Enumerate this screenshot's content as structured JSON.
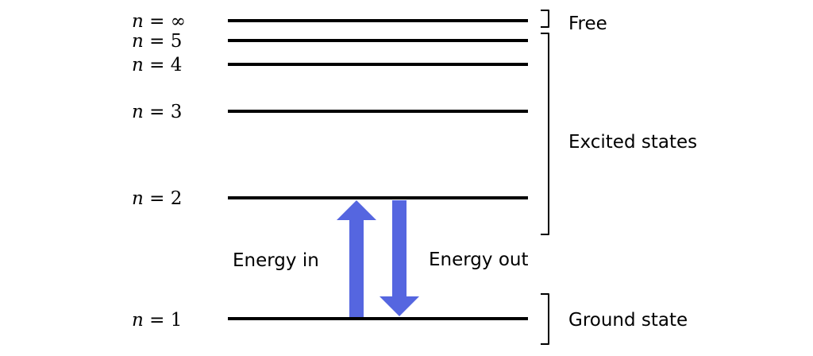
{
  "levels": [
    {
      "n": "∞"
    },
    {
      "n": "5"
    },
    {
      "n": "4"
    },
    {
      "n": "3"
    },
    {
      "n": "2"
    },
    {
      "n": "1"
    }
  ],
  "level_var": "n",
  "level_eq": " = ",
  "groups": {
    "free": "Free",
    "excited": "Excited states",
    "ground": "Ground state"
  },
  "transitions": {
    "in": "Energy in",
    "out": "Energy out"
  },
  "colors": {
    "arrow": "#5566e0",
    "line": "#000000"
  }
}
